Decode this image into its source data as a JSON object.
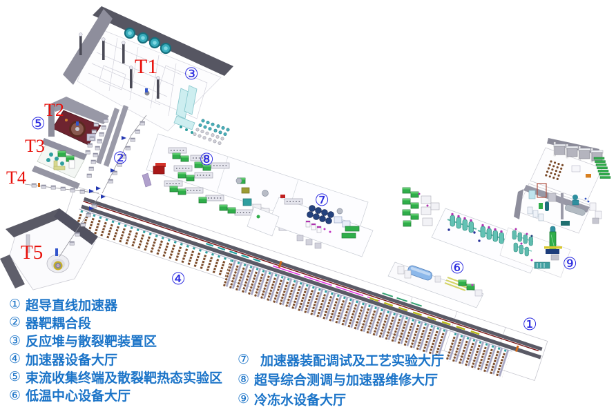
{
  "diagram": {
    "building_labels": {
      "t1": "T1",
      "t2": "T2",
      "t3": "T3",
      "t4": "T4",
      "t5": "T5"
    },
    "markers": {
      "m1": "①",
      "m2": "②",
      "m3": "③",
      "m4": "④",
      "m5": "⑤",
      "m6": "⑥",
      "m7": "⑦",
      "m8": "⑧",
      "m9": "⑨"
    }
  },
  "legend": {
    "left": [
      {
        "num": "①",
        "text": "超导直线加速器"
      },
      {
        "num": "②",
        "text": "器靶耦合段"
      },
      {
        "num": "③",
        "text": "反应堆与散裂靶装置区"
      },
      {
        "num": "④",
        "text": "加速器设备大厅"
      },
      {
        "num": "⑤",
        "text": "束流收集终端及散裂靶热态实验区"
      },
      {
        "num": "⑥",
        "text": "低温中心设备大厅"
      }
    ],
    "right": [
      {
        "num": "⑦",
        "text": "加速器装配调试及工艺实验大厅"
      },
      {
        "num": "⑧",
        "text": "超导综合测调与加速器维修大厅"
      },
      {
        "num": "⑨",
        "text": "冷冻水设备大厅"
      }
    ]
  },
  "colors": {
    "marker_blue": "#2a2ae0",
    "legend_blue": "#1b74c8",
    "building_label_red": "#e8100a",
    "wall_dark": "#565662",
    "wall_gray": "#9393a1",
    "equipment_teal": "#2f9f9f",
    "equipment_green": "#2fae4a",
    "rack_brown": "#7a4a28",
    "beamline_red": "#7a1212",
    "accent_magenta": "#c030c0",
    "accent_yellow": "#b8b818",
    "navy_blue": "#1d3d7a"
  }
}
